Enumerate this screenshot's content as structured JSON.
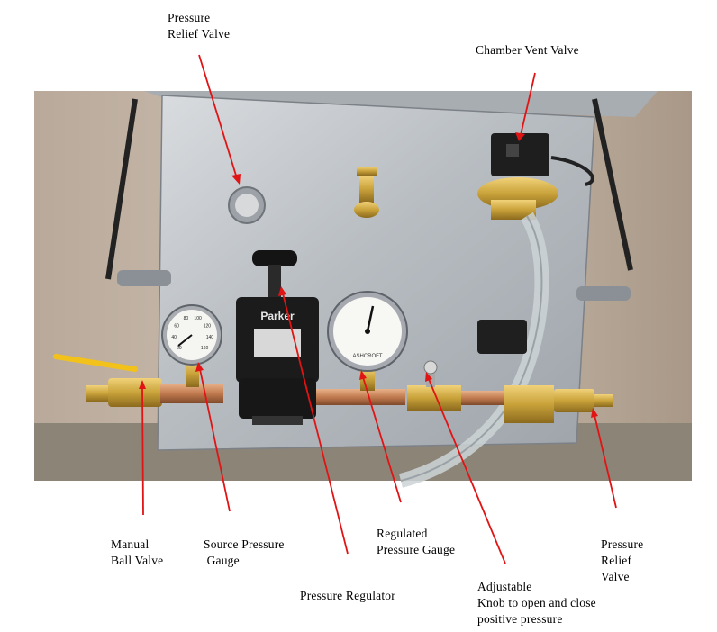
{
  "labels": {
    "pressure_relief_top": "Pressure\nRelief Valve",
    "chamber_vent_valve": "Chamber Vent Valve",
    "manual_ball_valve": "Manual\nBall Valve",
    "source_pressure_gauge": "Source Pressure\n Gauge",
    "regulated_pressure_gauge": "Regulated\nPressure Gauge",
    "pressure_regulator": "Pressure Regulator",
    "adjustable_knob": "Adjustable\nKnob to open and close\npositive pressure",
    "pressure_relief_right": "Pressure\nRelief\nValve"
  },
  "photo": {
    "regulator_brand": "Parker",
    "gauge_brand": "ASHCROFT",
    "gauge_scale": [
      "20",
      "40",
      "60",
      "80",
      "100",
      "120",
      "140",
      "160"
    ]
  },
  "colors": {
    "leader_line": "#e01414",
    "label_text": "#000000",
    "panel_metal": "#c9ccd0",
    "brass": "#c9a23a"
  }
}
